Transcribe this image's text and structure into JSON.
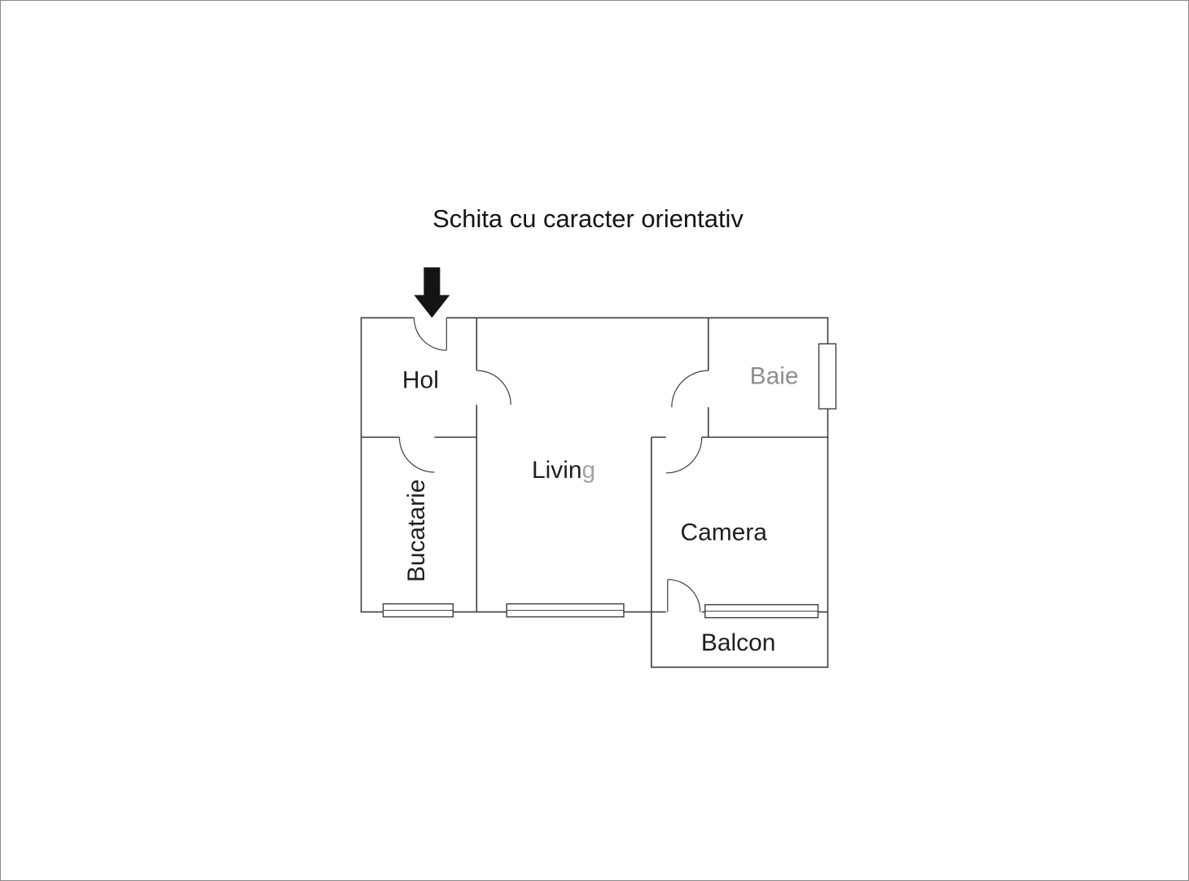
{
  "page": {
    "title": "Schita cu caracter orientativ",
    "background_color": "#ffffff",
    "border_color": "#8a8a8a"
  },
  "floorplan": {
    "wall_color": "#3d3d3d",
    "label_color": "#1f1f1f",
    "faded_label_color": "#8f8f8f",
    "faded_letter_color": "#a3a3a3",
    "arrow_color": "#141414",
    "entrance_marker": "down-arrow",
    "rooms": {
      "hol": {
        "label": "Hol"
      },
      "bucatarie": {
        "label": "Bucatarie"
      },
      "living": {
        "label_main": "Livin",
        "label_tail": "g"
      },
      "baie": {
        "label": "Baie"
      },
      "camera": {
        "label": "Camera"
      },
      "balcon": {
        "label": "Balcon"
      }
    }
  }
}
